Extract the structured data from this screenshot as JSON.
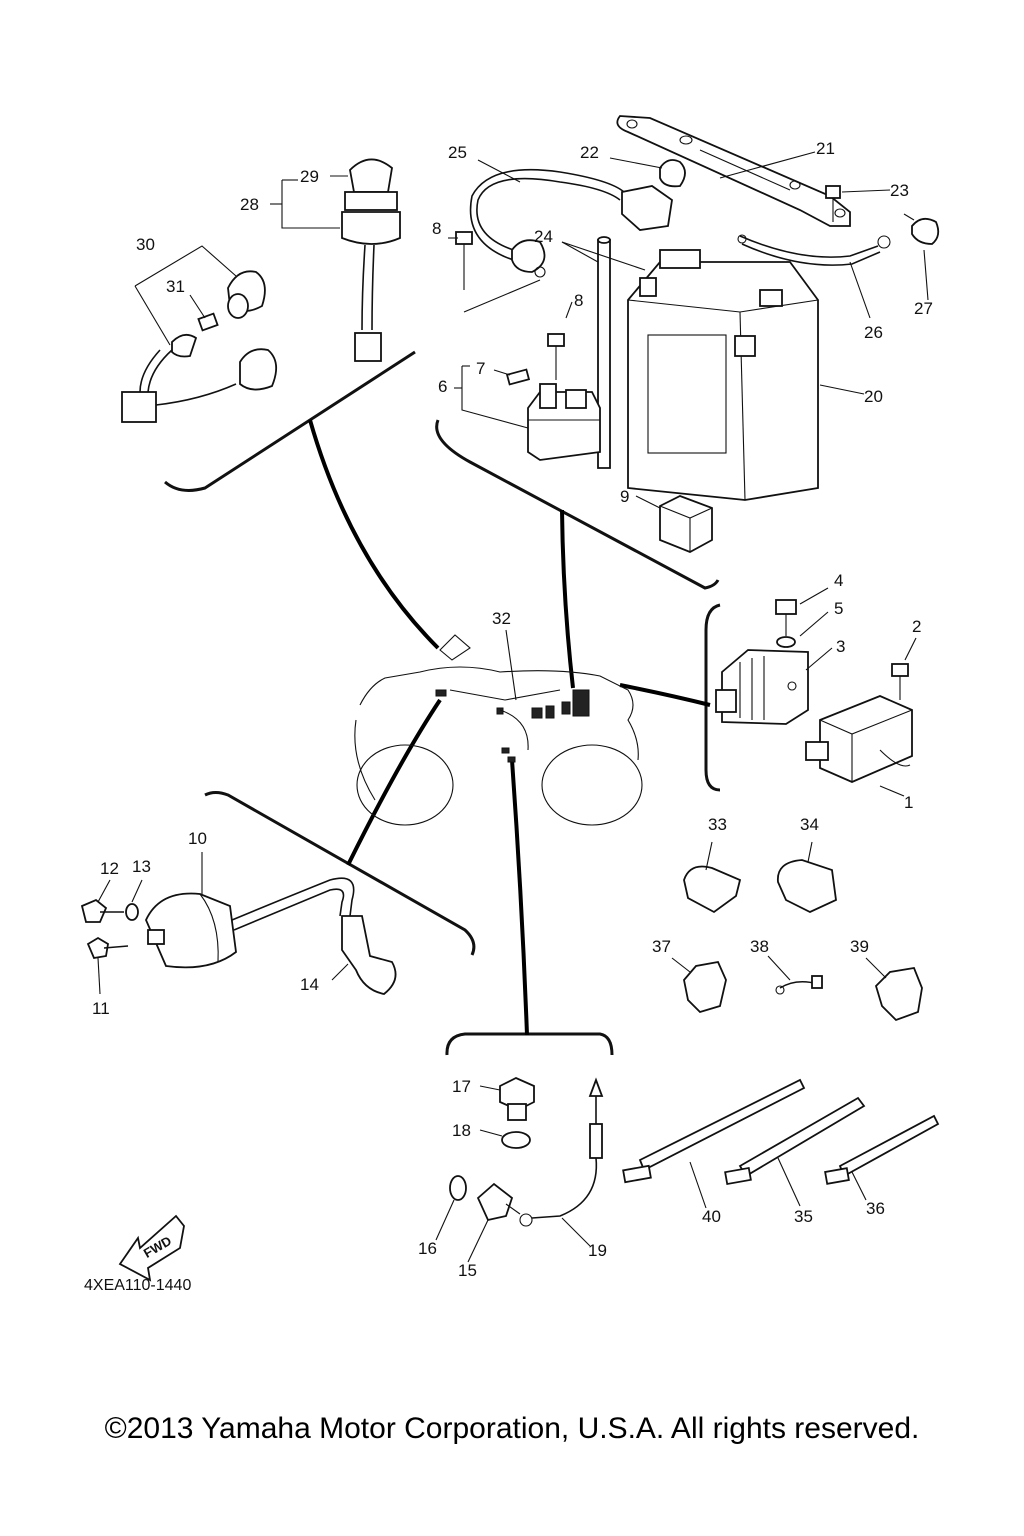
{
  "callouts": [
    {
      "id": "1",
      "text": "1"
    },
    {
      "id": "2",
      "text": "2"
    },
    {
      "id": "3",
      "text": "3"
    },
    {
      "id": "4",
      "text": "4"
    },
    {
      "id": "5",
      "text": "5"
    },
    {
      "id": "6",
      "text": "6"
    },
    {
      "id": "7",
      "text": "7"
    },
    {
      "id": "8a",
      "text": "8"
    },
    {
      "id": "8b",
      "text": "8"
    },
    {
      "id": "9",
      "text": "9"
    },
    {
      "id": "10",
      "text": "10"
    },
    {
      "id": "11",
      "text": "11"
    },
    {
      "id": "12",
      "text": "12"
    },
    {
      "id": "13",
      "text": "13"
    },
    {
      "id": "14",
      "text": "14"
    },
    {
      "id": "15",
      "text": "15"
    },
    {
      "id": "16",
      "text": "16"
    },
    {
      "id": "17",
      "text": "17"
    },
    {
      "id": "18",
      "text": "18"
    },
    {
      "id": "19",
      "text": "19"
    },
    {
      "id": "20",
      "text": "20"
    },
    {
      "id": "21",
      "text": "21"
    },
    {
      "id": "22",
      "text": "22"
    },
    {
      "id": "23",
      "text": "23"
    },
    {
      "id": "24",
      "text": "24"
    },
    {
      "id": "25",
      "text": "25"
    },
    {
      "id": "26",
      "text": "26"
    },
    {
      "id": "27",
      "text": "27"
    },
    {
      "id": "28",
      "text": "28"
    },
    {
      "id": "29",
      "text": "29"
    },
    {
      "id": "30",
      "text": "30"
    },
    {
      "id": "31",
      "text": "31"
    },
    {
      "id": "32",
      "text": "32"
    },
    {
      "id": "33",
      "text": "33"
    },
    {
      "id": "34",
      "text": "34"
    },
    {
      "id": "35",
      "text": "35"
    },
    {
      "id": "36",
      "text": "36"
    },
    {
      "id": "37",
      "text": "37"
    },
    {
      "id": "38",
      "text": "38"
    },
    {
      "id": "39",
      "text": "39"
    },
    {
      "id": "40",
      "text": "40"
    }
  ],
  "fwd_label": "FWD",
  "diagram_code": "4XEA110-1440",
  "copyright": "©2013 Yamaha Motor Corporation, U.S.A. All rights reserved."
}
